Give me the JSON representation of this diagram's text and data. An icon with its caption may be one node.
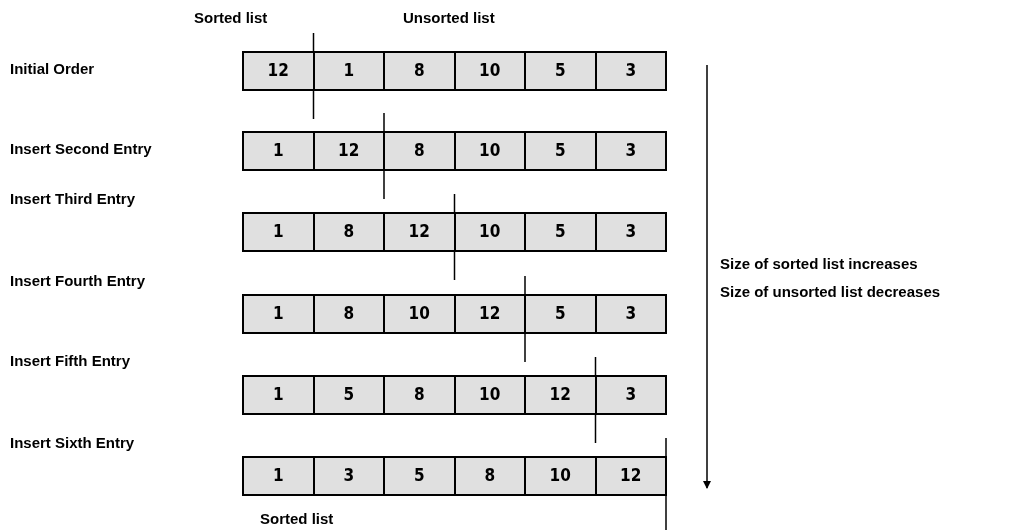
{
  "diagram": {
    "nodes": [
      {
        "text": [
          "12"
        ]
      },
      {
        "text": [
          "1"
        ]
      },
      {
        "text": [
          "8"
        ]
      },
      {
        "text": [
          "10"
        ]
      },
      {
        "text": [
          "5"
        ]
      },
      {
        "text": [
          "3"
        ]
      },
      {
        "text": [
          "1"
        ]
      },
      {
        "text": [
          "12"
        ]
      },
      {
        "text": [
          "8"
        ]
      },
      {
        "text": [
          "10"
        ]
      },
      {
        "text": [
          "5"
        ]
      },
      {
        "text": [
          "3"
        ]
      },
      {
        "text": [
          "1"
        ]
      },
      {
        "text": [
          "8"
        ]
      },
      {
        "text": [
          "12"
        ]
      },
      {
        "text": [
          "10"
        ]
      },
      {
        "text": [
          "5"
        ]
      },
      {
        "text": [
          "3"
        ]
      },
      {
        "text": [
          "1"
        ]
      },
      {
        "text": [
          "8"
        ]
      },
      {
        "text": [
          "10"
        ]
      },
      {
        "text": [
          "12"
        ]
      },
      {
        "text": [
          "5"
        ]
      },
      {
        "text": [
          "3"
        ]
      },
      {
        "text": [
          "1"
        ]
      },
      {
        "text": [
          "5"
        ]
      },
      {
        "text": [
          "8"
        ]
      },
      {
        "text": [
          "10"
        ]
      },
      {
        "text": [
          "12"
        ]
      },
      {
        "text": [
          "3"
        ]
      },
      {
        "text": [
          "1"
        ]
      },
      {
        "text": [
          "3"
        ]
      },
      {
        "text": [
          "5"
        ]
      },
      {
        "text": [
          "8"
        ]
      },
      {
        "text": [
          "10"
        ]
      },
      {
        "text": [
          "12"
        ]
      }
    ],
    "edges": [],
    "labels": [
      "Sorted list",
      "Unsorted list",
      "Initial Order",
      "Insert Second Entry",
      "Insert Third Entry",
      "Insert Fourth Entry",
      "Insert Fifth Entry",
      "Insert Sixth Entry",
      "Size of sorted list increases",
      "Size of unsorted list decreases",
      "Sorted list"
    ]
  }
}
